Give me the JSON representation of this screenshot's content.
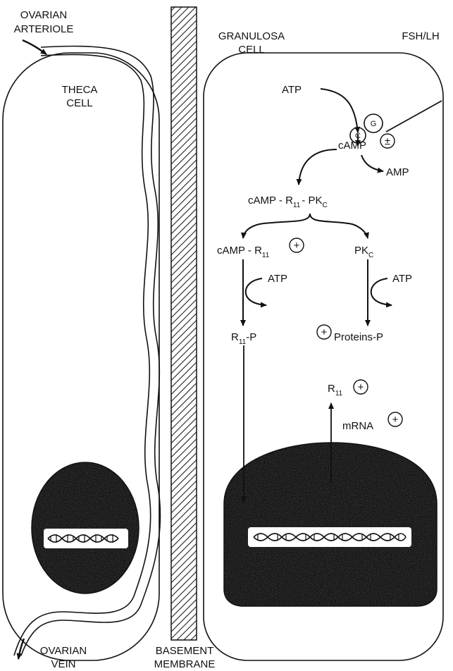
{
  "labels": {
    "ovarian_arteriole_1": "OVARIAN",
    "ovarian_arteriole_2": "ARTERIOLE",
    "theca_1": "THECA",
    "theca_2": "CELL",
    "granulosa_1": "GRANULOSA",
    "granulosa_2": "CELL",
    "fsh_lh": "FSH/LH",
    "receptor_c": "C",
    "receptor_g": "G",
    "atp_top": "ATP",
    "camp": "cAMP",
    "camp_sign": "±",
    "amp": "AMP",
    "complex_a": "cAMP - R",
    "complex_sub1": "11",
    "complex_b": "- PK",
    "complex_sub2": "C",
    "camp_r11_a": "cAMP - R",
    "camp_r11_sub": "11",
    "pkc": "PK",
    "pkc_sub": "C",
    "atp_left": "ATP",
    "atp_right": "ATP",
    "r11p_a": "R",
    "r11p_sub": "11",
    "r11p_b": "-P",
    "proteins_p": "Proteins-P",
    "r11_a": "R",
    "r11_sub": "11",
    "mrna": "mRNA",
    "plus": "+",
    "ovarian_vein_1": "OVARIAN",
    "ovarian_vein_2": "VEIN",
    "basement_1": "BASEMENT",
    "basement_2": "MEMBRANE"
  }
}
